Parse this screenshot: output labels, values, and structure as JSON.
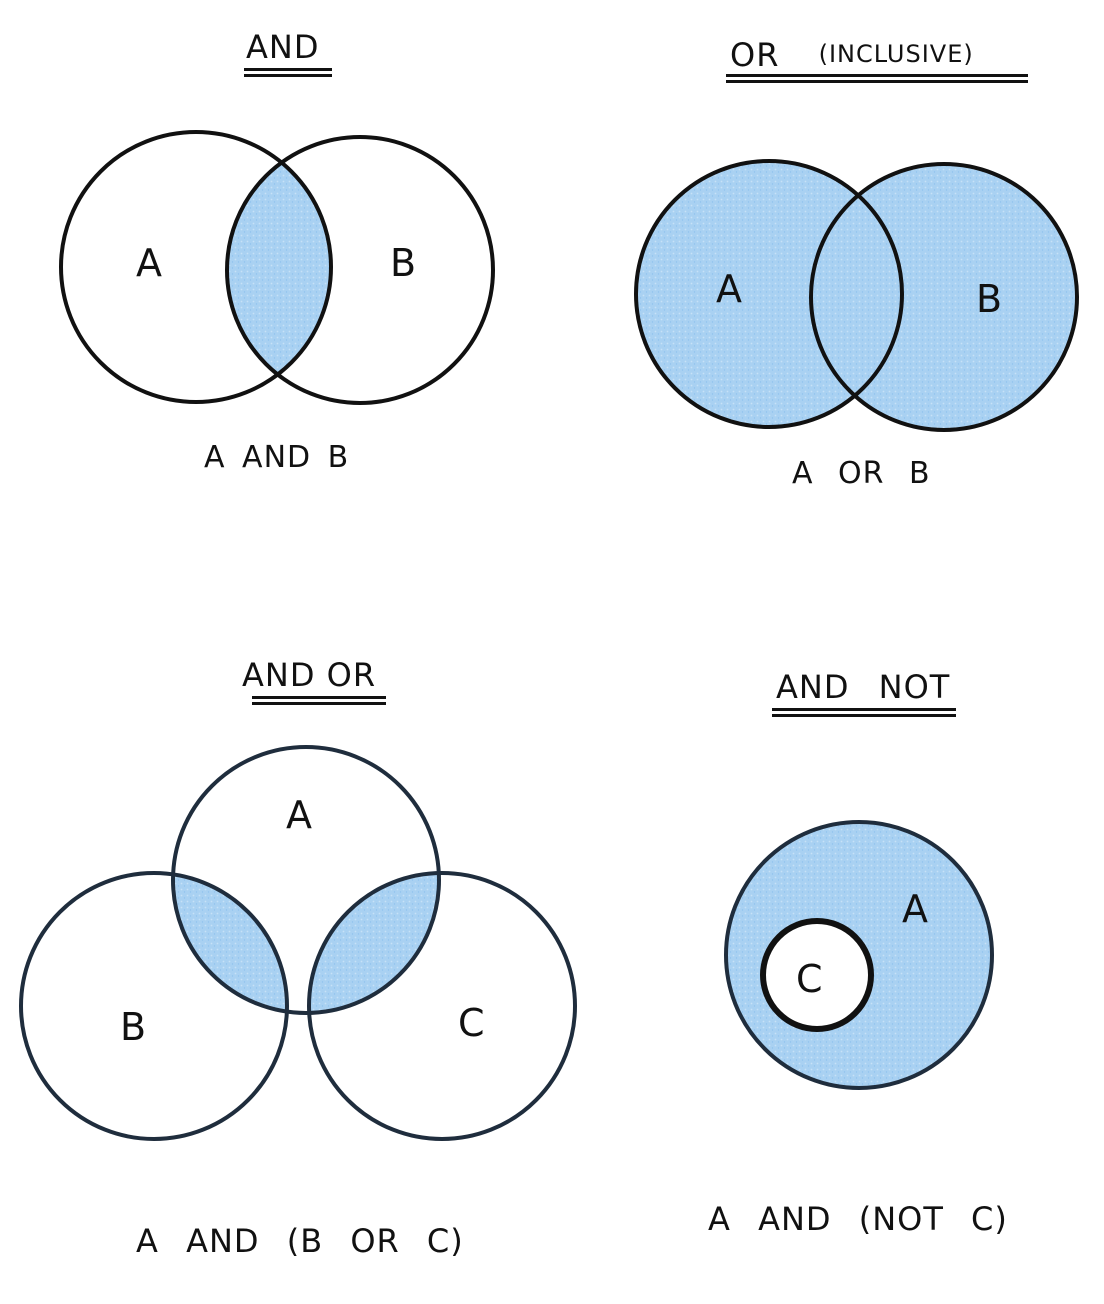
{
  "colors": {
    "fill": "#a9d1f2",
    "stroke": "#111111",
    "stroke_dark": "#1f2d3d",
    "background": "#ffffff"
  },
  "panels": {
    "and": {
      "title": "AND",
      "caption": "A AND B",
      "labels": {
        "a": "A",
        "b": "B"
      }
    },
    "or": {
      "title_main": "OR",
      "title_sub": "(INCLUSIVE)",
      "caption": "A OR B",
      "labels": {
        "a": "A",
        "b": "B"
      }
    },
    "and_or": {
      "title": "AND OR",
      "caption": "A AND (B OR C)",
      "labels": {
        "a": "A",
        "b": "B",
        "c": "C"
      }
    },
    "and_not": {
      "title": "AND NOT",
      "caption": "A AND (NOT C)",
      "labels": {
        "a": "A",
        "c": "C"
      }
    }
  }
}
